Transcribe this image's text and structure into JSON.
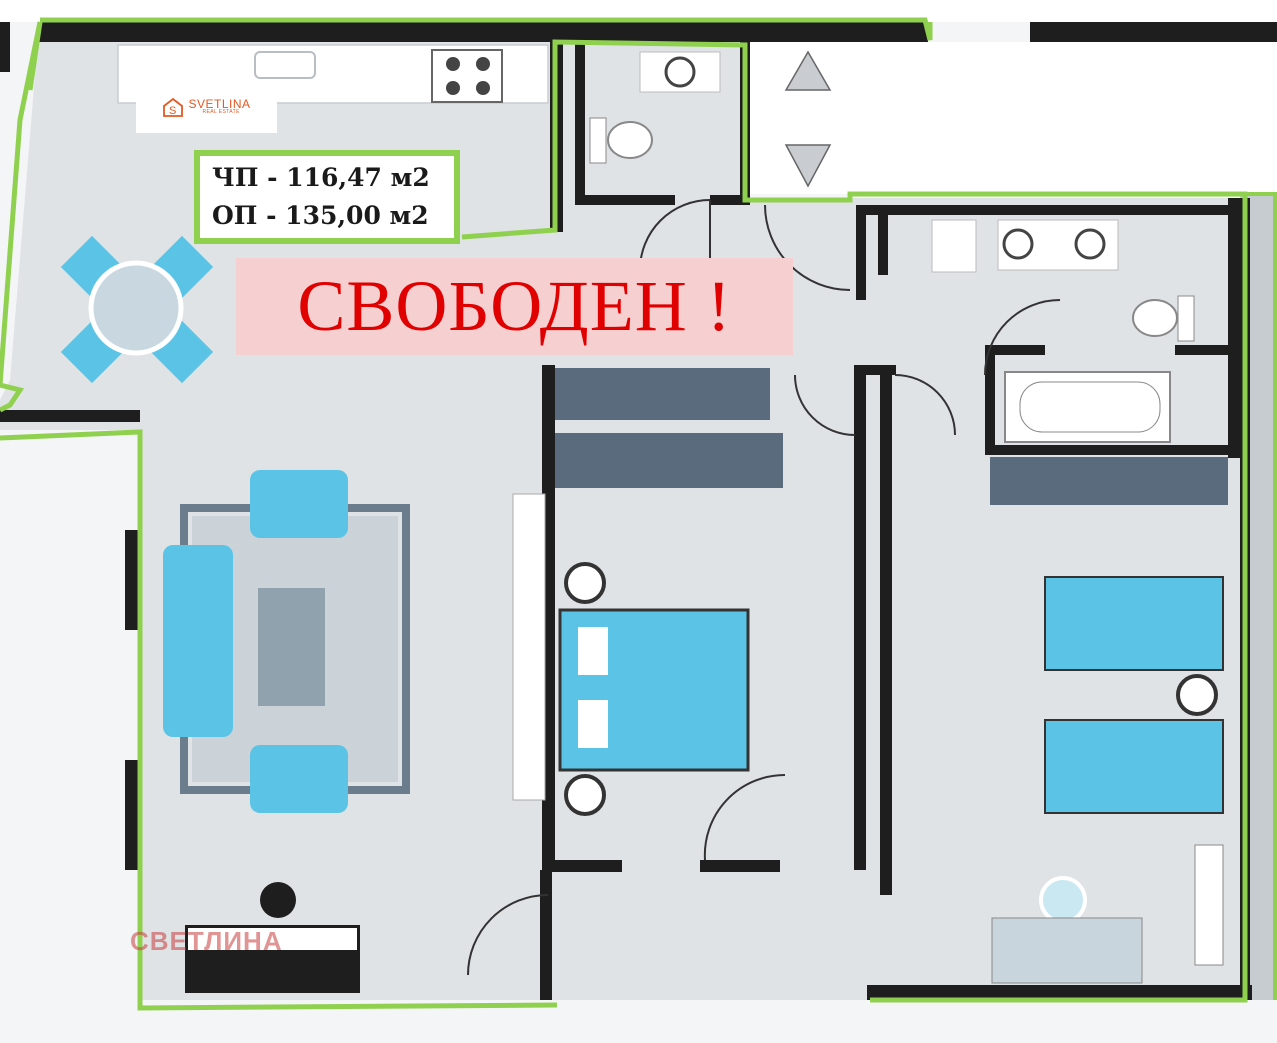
{
  "plan": {
    "net_area": "ЧП - 116,47 м2",
    "gross_area": "ОП - 135,00 м2",
    "status": "СВОБОДЕН !"
  },
  "logo": {
    "name": "SVETLINA",
    "subtitle": "REAL ESTATE",
    "color": "#e8571f"
  },
  "watermark": "СВЕТЛИНА",
  "colors": {
    "outline": "#8fd14f",
    "wall": "#1e1e1e",
    "floor": "#dfe3e6",
    "furniture_accent": "#5bc4e6",
    "wardrobe": "#5b6b7e",
    "status_text": "#e00000",
    "status_bg": "#f6cfd1"
  }
}
